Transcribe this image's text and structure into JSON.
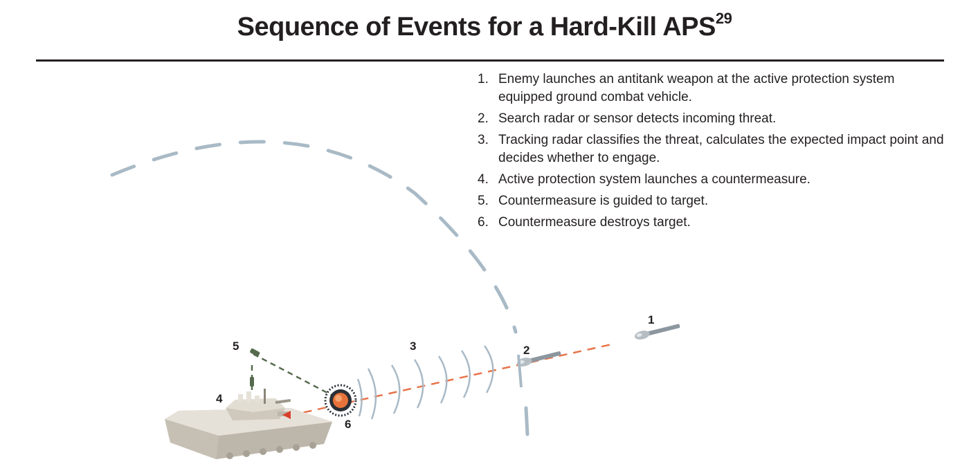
{
  "title": {
    "text": "Sequence of Events for a Hard-Kill APS",
    "sup": "29"
  },
  "steps": [
    {
      "num": "1.",
      "text": "Enemy launches an antitank weapon at the active protection system equipped ground combat vehicle."
    },
    {
      "num": "2.",
      "text": "Search radar or sensor detects incoming threat."
    },
    {
      "num": "3.",
      "text": "Tracking radar classifies the threat, calculates the expected impact point and decides whether to engage."
    },
    {
      "num": "4.",
      "text": "Active protection system launches a countermeasure."
    },
    {
      "num": "5.",
      "text": "Countermeasure is guided to target."
    },
    {
      "num": "6.",
      "text": "Countermeasure destroys target."
    }
  ],
  "labels": {
    "l1": "1",
    "l2": "2",
    "l3": "3",
    "l4": "4",
    "l5": "5",
    "l6": "6"
  },
  "icons": [
    "vehicle-icon",
    "missile-icon",
    "explosion-icon",
    "radar-wave-icon",
    "countermeasure-icon"
  ],
  "colors": {
    "radar_arc": "#a9bac6",
    "trajectory": "#e8734a",
    "guidance": "#566a4e",
    "vehicle": "#d8d3c8",
    "missile": "#8c969e",
    "explosion_core": "#e8733a"
  }
}
